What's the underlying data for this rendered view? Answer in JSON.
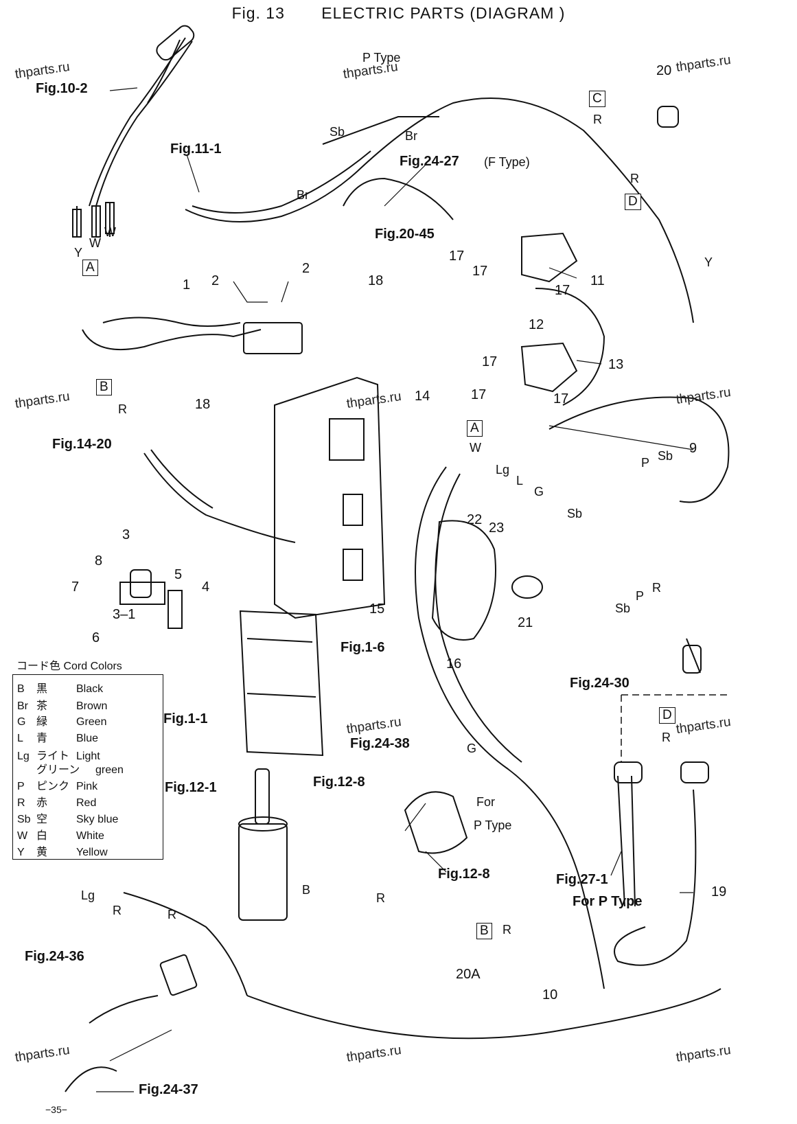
{
  "title": {
    "fig": "Fig. 13",
    "text": "ELECTRIC PARTS (DIAGRAM )"
  },
  "watermark": "thparts.ru",
  "fig_refs": {
    "f10_2": "Fig.10-2",
    "f11_1": "Fig.11-1",
    "f24_27": "Fig.24-27",
    "f24_27_note": "(F Type)",
    "f20_45": "Fig.20-45",
    "f14_20": "Fig.14-20",
    "f1_6": "Fig.1-6",
    "f1_1": "Fig.1-1",
    "f24_38": "Fig.24-38",
    "f12_1": "Fig.12-1",
    "f12_8a": "Fig.12-8",
    "f12_8b": "Fig.12-8",
    "f24_30": "Fig.24-30",
    "f27_1": "Fig.27-1",
    "f27_1_note": "For P Type",
    "f24_36": "Fig.24-36",
    "f24_37": "Fig.24-37"
  },
  "notes": {
    "p_type_top": "P Type",
    "for_p_type_line1": "For",
    "for_p_type_line2": "P Type"
  },
  "connectors": {
    "A": "A",
    "B": "B",
    "C": "C",
    "D": "D"
  },
  "wire_codes": {
    "Y": "Y",
    "W": "W",
    "R": "R",
    "Sb": "Sb",
    "Br": "Br",
    "P": "P",
    "Lg": "Lg",
    "L": "L",
    "G": "G",
    "B": "B"
  },
  "part_numbers": {
    "n1": "1",
    "n2": "2",
    "n3": "3",
    "n3_1": "3–1",
    "n4": "4",
    "n5": "5",
    "n6": "6",
    "n7": "7",
    "n8": "8",
    "n9": "9",
    "n10": "10",
    "n11": "11",
    "n12": "12",
    "n13": "13",
    "n14": "14",
    "n15": "15",
    "n16": "16",
    "n17": "17",
    "n18": "18",
    "n19": "19",
    "n20": "20",
    "n20A": "20A",
    "n21": "21",
    "n22": "22",
    "n23": "23"
  },
  "legend": {
    "title": "コード色  Cord Colors",
    "rows": [
      {
        "code": "B",
        "jp": "黒",
        "en": "Black"
      },
      {
        "code": "Br",
        "jp": "茶",
        "en": "Brown"
      },
      {
        "code": "G",
        "jp": "緑",
        "en": "Green"
      },
      {
        "code": "L",
        "jp": "青",
        "en": "Blue"
      },
      {
        "code": "Lg",
        "jp": "ライト",
        "en": "Light"
      },
      {
        "code": "",
        "jp": "グリーン",
        "en": "green"
      },
      {
        "code": "P",
        "jp": "ピンク",
        "en": "Pink"
      },
      {
        "code": "R",
        "jp": "赤",
        "en": "Red"
      },
      {
        "code": "Sb",
        "jp": "空",
        "en": "Sky blue"
      },
      {
        "code": "W",
        "jp": "白",
        "en": "White"
      },
      {
        "code": "Y",
        "jp": "黄",
        "en": "Yellow"
      }
    ]
  },
  "page_number": "−35−"
}
